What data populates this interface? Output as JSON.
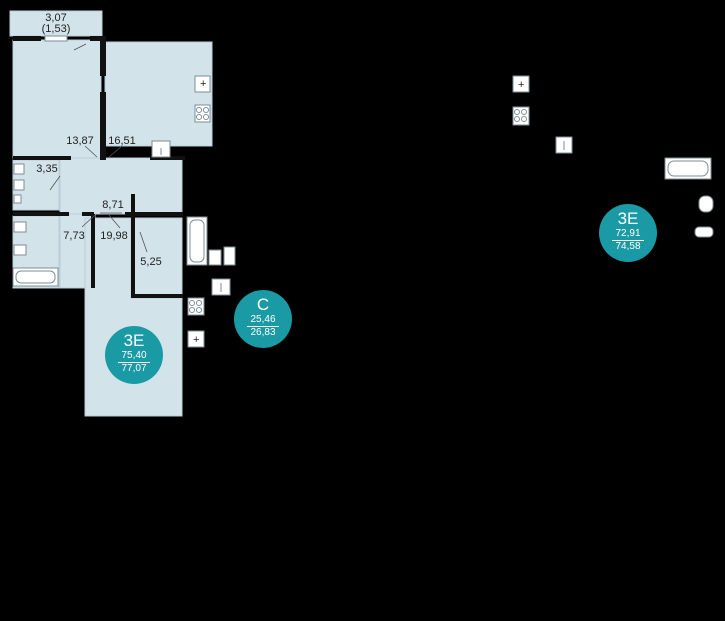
{
  "rooms": {
    "balcony": "3,07",
    "balcony_alt": "(1,53)",
    "room1": "13,87",
    "kitchen": "16,51",
    "wc": "3,35",
    "hall": "8,71",
    "bath": "7,73",
    "room2": "19,98",
    "storage": "5,25"
  },
  "badges": {
    "main": {
      "code": "3E",
      "area1": "75,40",
      "area2": "77,07"
    },
    "c": {
      "code": "C",
      "area1": "25,46",
      "area2": "26,83"
    },
    "side": {
      "code": "3E",
      "area1": "72,91",
      "area2": "74,58"
    }
  },
  "colors": {
    "room_fill": "#d2e3ea",
    "badge": "#1a9aa5",
    "background": "#000000"
  }
}
